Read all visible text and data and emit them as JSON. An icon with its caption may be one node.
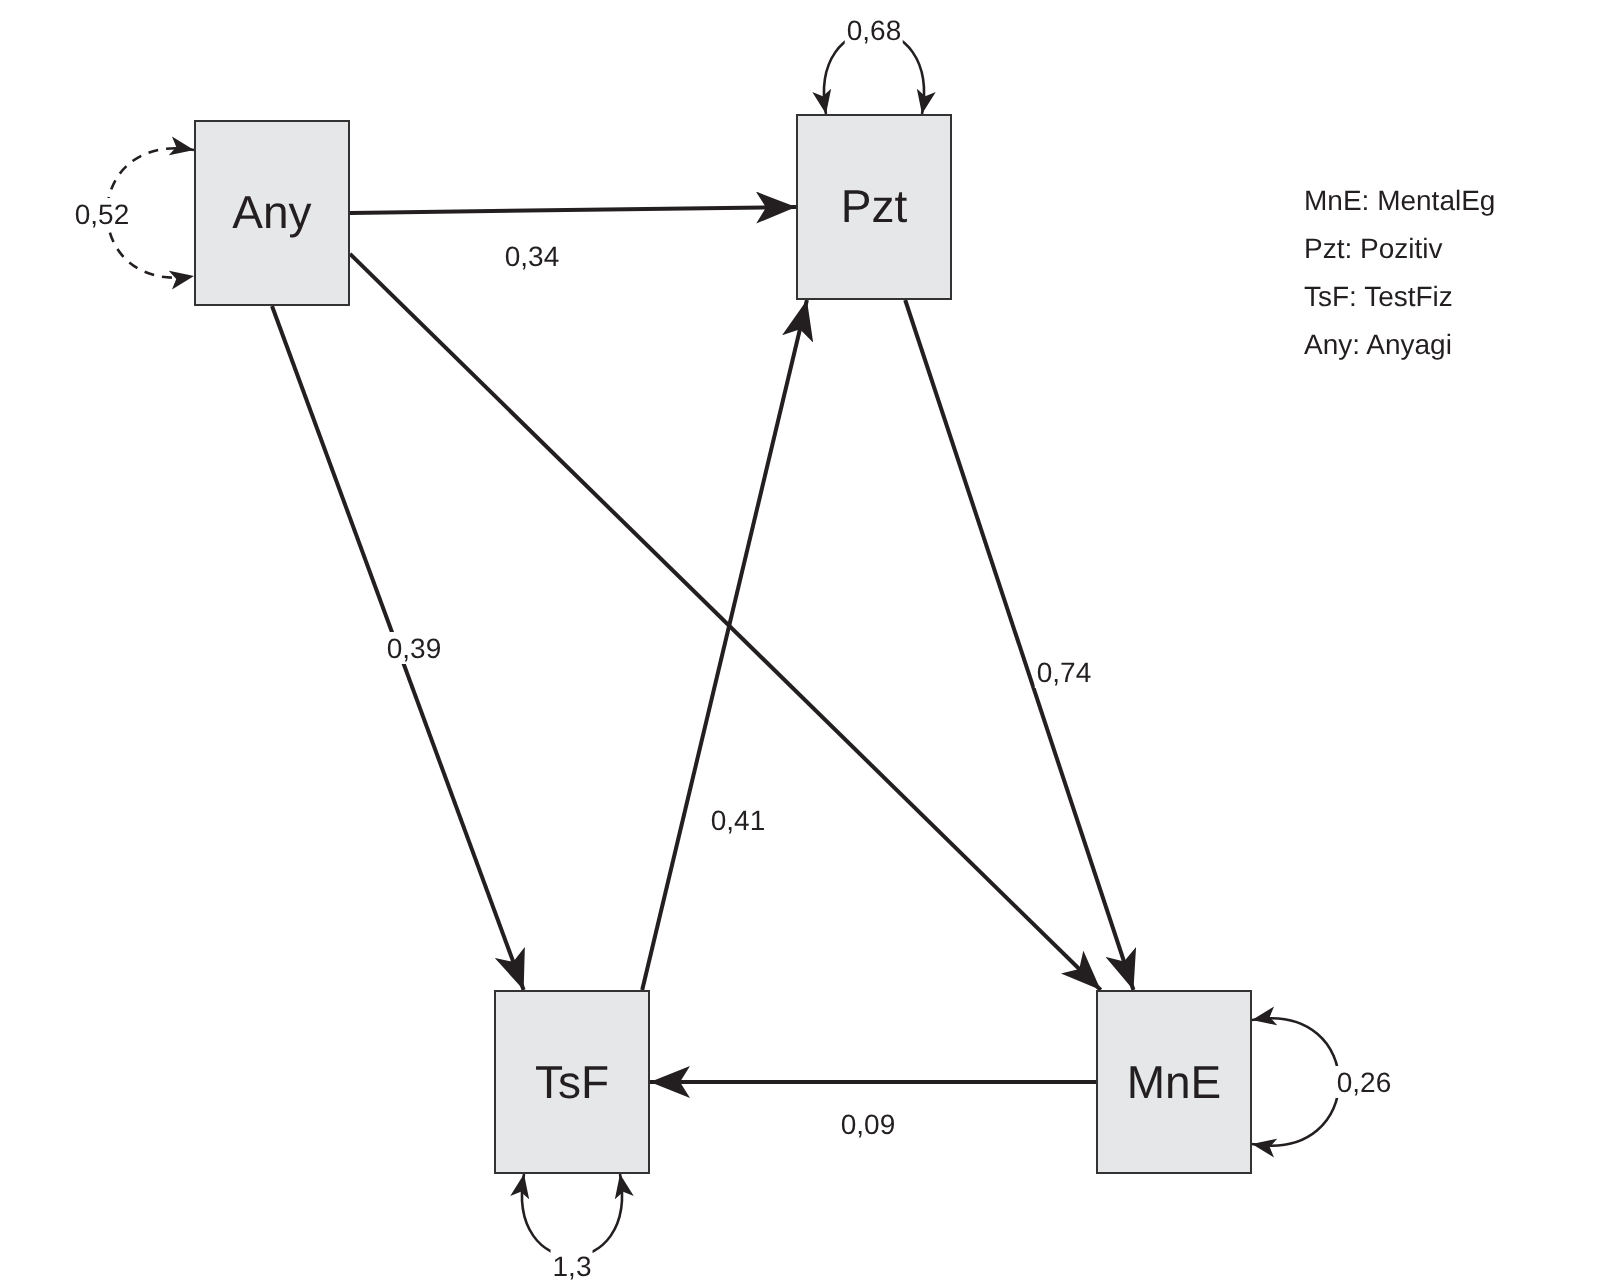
{
  "diagram": {
    "nodes": [
      {
        "text": [
          "Any"
        ]
      },
      {
        "text": [
          "Pzt"
        ]
      },
      {
        "text": [
          "TsF"
        ]
      },
      {
        "text": [
          "MnE"
        ]
      }
    ],
    "edges": [
      {
        "from": 0,
        "to": 1,
        "arrow": "to",
        "label": "0,34"
      },
      {
        "from": 0,
        "to": 2,
        "arrow": "to",
        "label": "0,39"
      },
      {
        "from": 0,
        "to": 3,
        "arrow": "to"
      },
      {
        "from": 2,
        "to": 1,
        "arrow": "to",
        "label": "0,41"
      },
      {
        "from": 1,
        "to": 3,
        "arrow": "to",
        "label": "0,74"
      },
      {
        "from": 3,
        "to": 2,
        "arrow": "to",
        "label": "0,09"
      },
      {
        "from": 0,
        "to": 0,
        "arrow": "both",
        "label": "0,52",
        "style": "dashed"
      },
      {
        "from": 1,
        "to": 1,
        "arrow": "both",
        "label": "0,68"
      },
      {
        "from": 2,
        "to": 2,
        "arrow": "both",
        "label": "1,3"
      },
      {
        "from": 3,
        "to": 3,
        "arrow": "both",
        "label": "0,26"
      }
    ],
    "labels": [
      "MnE: MentalEg",
      "Pzt: Pozitiv",
      "TsF: TestFiz",
      "Any: Anyagi"
    ]
  }
}
